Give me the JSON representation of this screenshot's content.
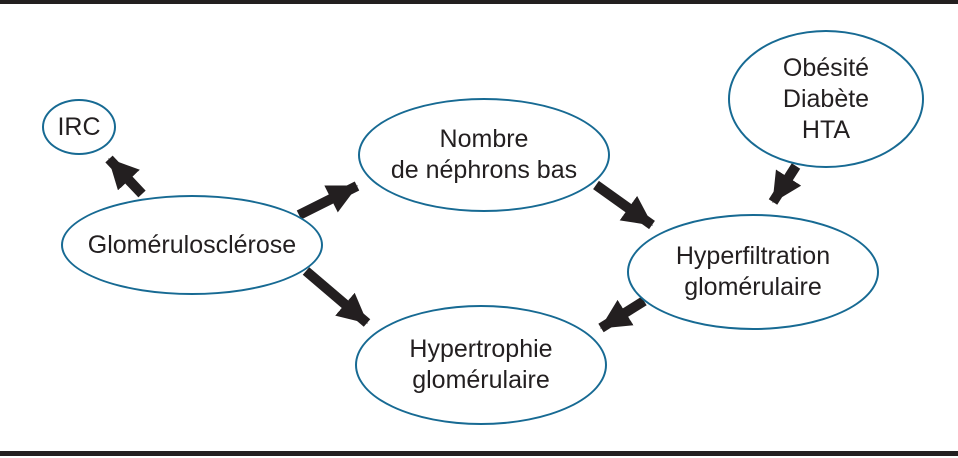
{
  "figure": {
    "type": "flow-diagram",
    "language": "fr",
    "colors": {
      "ellipse_stroke": "#176a93",
      "arrow": "#231f20",
      "text": "#231f20",
      "rule": "#231f20",
      "background": "#ffffff"
    }
  },
  "nodes": [
    {
      "id": "irc",
      "lines": [
        "IRC"
      ]
    },
    {
      "id": "glomerulosclerose",
      "lines": [
        "Glomérulosclérose"
      ]
    },
    {
      "id": "nombre-nephrons-bas",
      "lines": [
        "Nombre",
        "de néphrons bas"
      ]
    },
    {
      "id": "obesite-diabete-hta",
      "lines": [
        "Obésité",
        "Diabète",
        "HTA"
      ]
    },
    {
      "id": "hyperfiltration-glomerulaire",
      "lines": [
        "Hyperfiltration",
        "glomérulaire"
      ]
    },
    {
      "id": "hypertrophie-glomerulaire",
      "lines": [
        "Hypertrophie",
        "glomérulaire"
      ]
    }
  ],
  "edges": [
    {
      "from": "glomerulosclerose",
      "to": "irc"
    },
    {
      "from": "glomerulosclerose",
      "to": "nombre-nephrons-bas"
    },
    {
      "from": "glomerulosclerose",
      "to": "hypertrophie-glomerulaire"
    },
    {
      "from": "nombre-nephrons-bas",
      "to": "hyperfiltration-glomerulaire"
    },
    {
      "from": "obesite-diabete-hta",
      "to": "hyperfiltration-glomerulaire"
    },
    {
      "from": "hyperfiltration-glomerulaire",
      "to": "hypertrophie-glomerulaire"
    }
  ]
}
